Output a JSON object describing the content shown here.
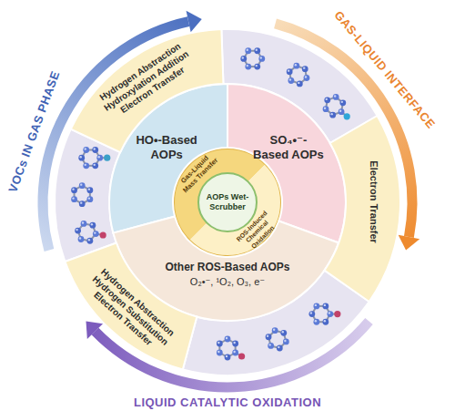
{
  "diagram": {
    "nodes": [
      {
        "text": [
          "AOPs Wet-Scrubber",
          "Gas-Liquid Mass Transfer",
          "ROS-Induced Chemical Oxidation"
        ]
      },
      {
        "text": [
          "HO•-Based AOPs"
        ]
      },
      {
        "text": [
          "SO₄•⁻-Based AOPs"
        ]
      },
      {
        "text": [
          "Other ROS-Based AOPs",
          "O₂•⁻, ¹O₂, O₃, e⁻"
        ]
      },
      {
        "text": [
          "Hydrogen Abstraction Hydroxylation Addition Electron Transfer"
        ]
      },
      {
        "text": [
          "Electron Transfer"
        ]
      },
      {
        "text": [
          "Hydrogen Abstraction Hydrogen Substitution Electron Transfer"
        ]
      }
    ],
    "labels": [
      "VOCs IN GAS PHASE",
      "GAS-LIQUID INTERFACE",
      "LIQUID CATALYTIC OXIDATION"
    ]
  }
}
